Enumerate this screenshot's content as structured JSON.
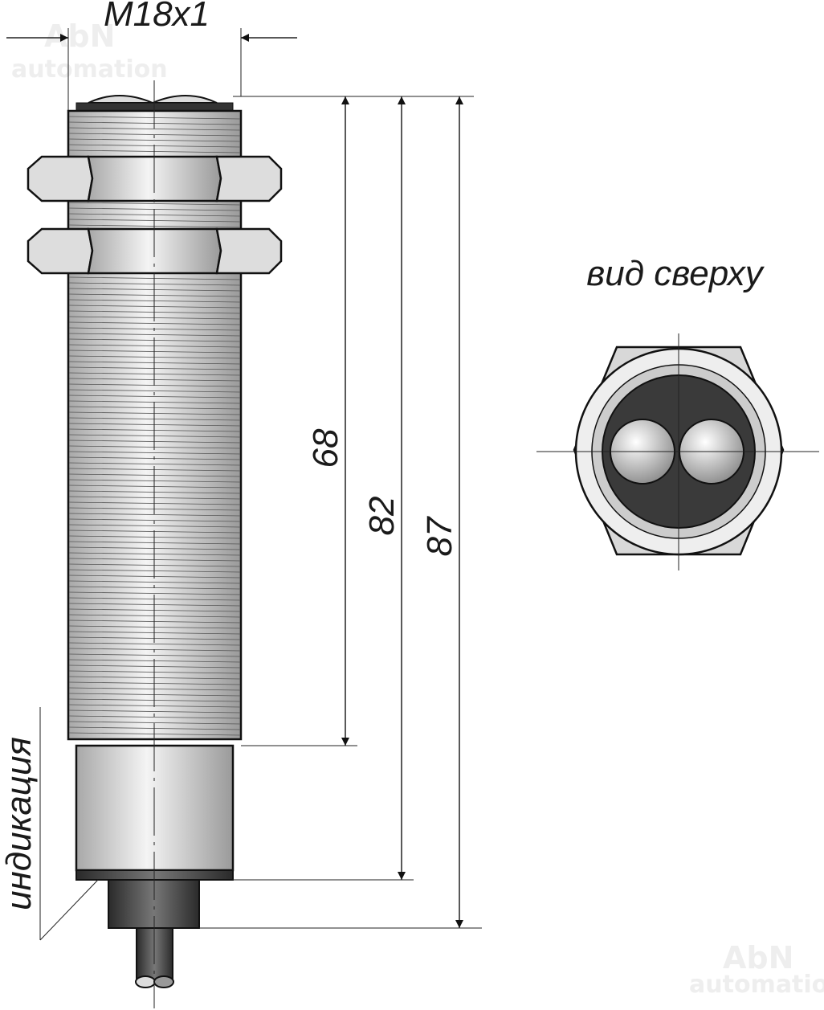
{
  "watermark": {
    "brand": "AbN",
    "sub": "automation"
  },
  "dimensions": {
    "thread": "M18x1",
    "thread_length": "68",
    "body_length": "82",
    "total_length": "87"
  },
  "labels": {
    "top_view": "вид сверху",
    "indication": "индикация"
  },
  "colors": {
    "line": "#1a1a1a",
    "dark": "#3a3a3a",
    "metal": "#d8d8d8"
  }
}
